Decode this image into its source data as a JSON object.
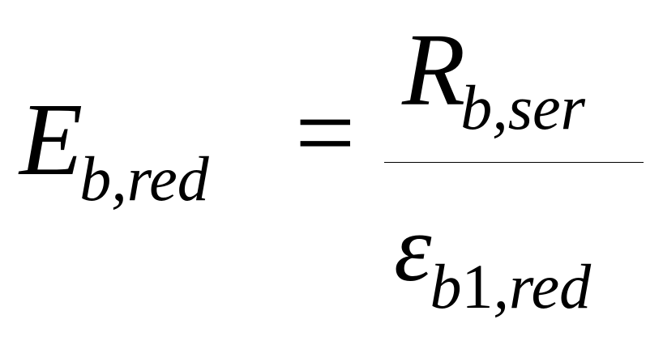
{
  "formula": {
    "lhs": {
      "symbol": "E",
      "subscript": "b,red"
    },
    "operator": "=",
    "numerator": {
      "symbol": "R",
      "subscript": "b,ser"
    },
    "denominator": {
      "symbol": "ε",
      "subscript_pre": "b",
      "subscript_digit": "1",
      "subscript_post": ",red"
    }
  },
  "colors": {
    "ink": "#000000",
    "background": "#ffffff"
  }
}
